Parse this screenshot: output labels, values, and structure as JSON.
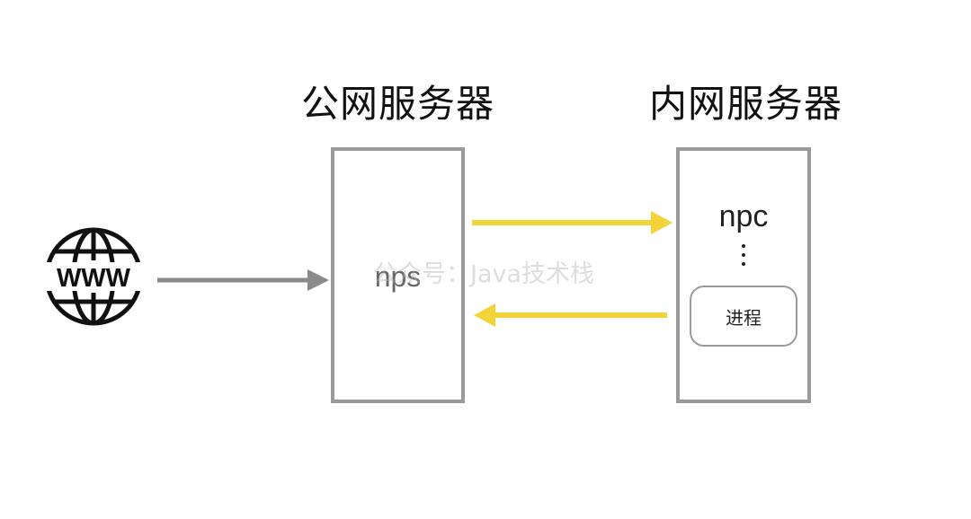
{
  "headings": {
    "public_server": "公网服务器",
    "intranet_server": "内网服务器"
  },
  "public_server": {
    "component": "nps"
  },
  "intranet_server": {
    "component": "npc",
    "process": "进程"
  },
  "globe": {
    "text": "WWW",
    "icon": "globe-icon"
  },
  "watermark": "公众号：Java技术栈",
  "colors": {
    "box_border": "#9a9a9a",
    "gray_arrow": "#8a8a8a",
    "yellow_arrow": "#f2d33a"
  }
}
